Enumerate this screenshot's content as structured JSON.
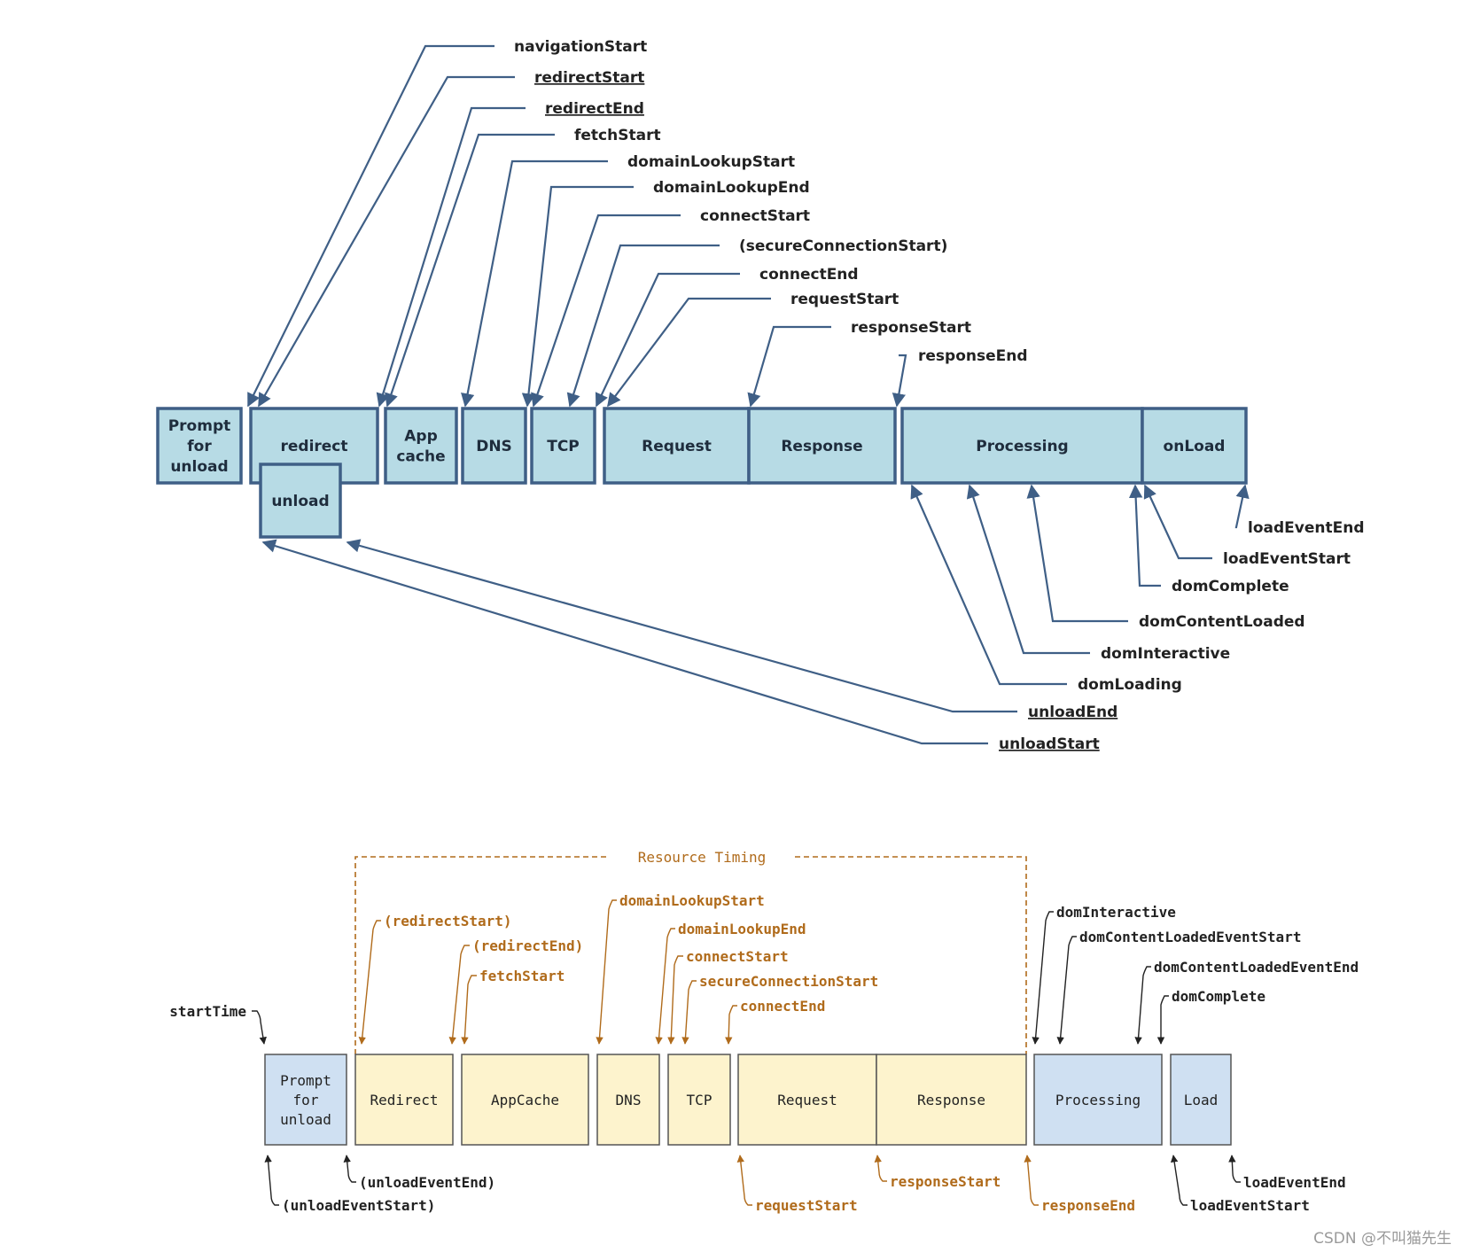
{
  "colors": {
    "top_box_fill": "#b7dbe5",
    "top_box_stroke": "#3f5f86",
    "top_line": "#3f5f86",
    "resource_fill": "#fdf3cd",
    "resource_stroke": "#555555",
    "blue_fill": "#cfe0f2",
    "orange_text": "#b06b1b",
    "dark_text": "#222222"
  },
  "top": {
    "boxes": [
      {
        "id": "prompt",
        "label": "Prompt for unload",
        "lines": [
          "Prompt",
          "for",
          "unload"
        ]
      },
      {
        "id": "redirect",
        "label": "redirect",
        "lines": [
          "redirect"
        ]
      },
      {
        "id": "unload",
        "label": "unload",
        "lines": [
          "unload"
        ]
      },
      {
        "id": "appcache",
        "label": "App cache",
        "lines": [
          "App",
          "cache"
        ]
      },
      {
        "id": "dns",
        "label": "DNS",
        "lines": [
          "DNS"
        ]
      },
      {
        "id": "tcp",
        "label": "TCP",
        "lines": [
          "TCP"
        ]
      },
      {
        "id": "request",
        "label": "Request",
        "lines": [
          "Request"
        ]
      },
      {
        "id": "response",
        "label": "Response",
        "lines": [
          "Response"
        ]
      },
      {
        "id": "processing",
        "label": "Processing",
        "lines": [
          "Processing"
        ]
      },
      {
        "id": "onload",
        "label": "onLoad",
        "lines": [
          "onLoad"
        ]
      }
    ],
    "labels_above": [
      {
        "text": "navigationStart",
        "underline": false
      },
      {
        "text": "redirectStart",
        "underline": true
      },
      {
        "text": "redirectEnd",
        "underline": true
      },
      {
        "text": "fetchStart",
        "underline": false
      },
      {
        "text": "domainLookupStart",
        "underline": false
      },
      {
        "text": "domainLookupEnd",
        "underline": false
      },
      {
        "text": "connectStart",
        "underline": false
      },
      {
        "text": "(secureConnectionStart)",
        "underline": false
      },
      {
        "text": "connectEnd",
        "underline": false
      },
      {
        "text": "requestStart",
        "underline": false
      },
      {
        "text": "responseStart",
        "underline": false
      },
      {
        "text": "responseEnd",
        "underline": false
      }
    ],
    "labels_below": [
      {
        "text": "loadEventEnd",
        "underline": false
      },
      {
        "text": "loadEventStart",
        "underline": false
      },
      {
        "text": "domComplete",
        "underline": false
      },
      {
        "text": "domContentLoaded",
        "underline": false
      },
      {
        "text": "domInteractive",
        "underline": false
      },
      {
        "text": "domLoading",
        "underline": false
      },
      {
        "text": "unloadEnd",
        "underline": true
      },
      {
        "text": "unloadStart",
        "underline": true
      }
    ]
  },
  "bottom": {
    "title": "Resource Timing",
    "boxes": [
      {
        "id": "prompt",
        "label": "Prompt for unload",
        "lines": [
          "Prompt",
          "for",
          "unload"
        ],
        "kind": "blue"
      },
      {
        "id": "redirect",
        "label": "Redirect",
        "lines": [
          "Redirect"
        ],
        "kind": "resource"
      },
      {
        "id": "appcache",
        "label": "AppCache",
        "lines": [
          "AppCache"
        ],
        "kind": "resource"
      },
      {
        "id": "dns",
        "label": "DNS",
        "lines": [
          "DNS"
        ],
        "kind": "resource"
      },
      {
        "id": "tcp",
        "label": "TCP",
        "lines": [
          "TCP"
        ],
        "kind": "resource"
      },
      {
        "id": "request",
        "label": "Request",
        "lines": [
          "Request"
        ],
        "kind": "resource"
      },
      {
        "id": "response",
        "label": "Response",
        "lines": [
          "Response"
        ],
        "kind": "resource"
      },
      {
        "id": "processing",
        "label": "Processing",
        "lines": [
          "Processing"
        ],
        "kind": "blue"
      },
      {
        "id": "load",
        "label": "Load",
        "lines": [
          "Load"
        ],
        "kind": "blue"
      }
    ],
    "labels_above_orange": [
      "(redirectStart)",
      "(redirectEnd)",
      "fetchStart",
      "domainLookupStart",
      "domainLookupEnd",
      "connectStart",
      "secureConnectionStart",
      "connectEnd"
    ],
    "labels_above_dark": [
      "startTime",
      "domInteractive",
      "domContentLoadedEventStart",
      "domContentLoadedEventEnd",
      "domComplete"
    ],
    "labels_below_dark": [
      "(unloadEventEnd)",
      "(unloadEventStart)",
      "loadEventEnd",
      "loadEventStart"
    ],
    "labels_below_orange": [
      "requestStart",
      "responseStart",
      "responseEnd"
    ]
  },
  "watermark": "CSDN @不叫猫先生"
}
